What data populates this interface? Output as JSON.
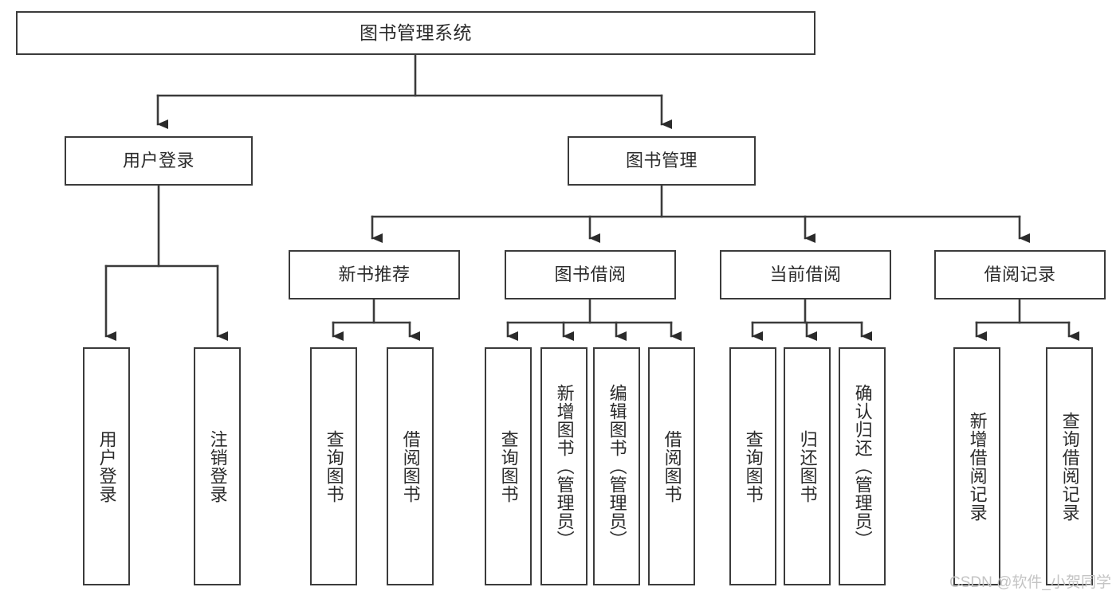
{
  "diagram": {
    "type": "hierarchy-tree",
    "title": "图书管理系统",
    "edge_color": "#3b3b3b",
    "box_border_color": "#3b3b3b",
    "text_color": "#2b2b2b",
    "background": "#ffffff"
  },
  "nodes": {
    "root": {
      "label": "图书管理系统"
    },
    "level2": [
      {
        "label": "用户登录"
      },
      {
        "label": "图书管理"
      }
    ],
    "level3": [
      {
        "label": "新书推荐"
      },
      {
        "label": "图书借阅"
      },
      {
        "label": "当前借阅"
      },
      {
        "label": "借阅记录"
      }
    ],
    "login_children": [
      {
        "label": "用户登录"
      },
      {
        "label": "注销登录"
      }
    ],
    "newbook_children": [
      {
        "label": "查询图书"
      },
      {
        "label": "借阅图书"
      }
    ],
    "borrow_children": [
      {
        "label": "查询图书"
      },
      {
        "label": "新增图书（管理员）"
      },
      {
        "label": "编辑图书（管理员）"
      },
      {
        "label": "借阅图书"
      }
    ],
    "current_children": [
      {
        "label": "查询图书"
      },
      {
        "label": "归还图书"
      },
      {
        "label": "确认归还（管理员）"
      }
    ],
    "record_children": [
      {
        "label": "新增借阅记录"
      },
      {
        "label": "查询借阅记录"
      }
    ]
  },
  "watermark": {
    "text": "CSDN @软件_小贺同学",
    "color": "#c4c4c4"
  }
}
